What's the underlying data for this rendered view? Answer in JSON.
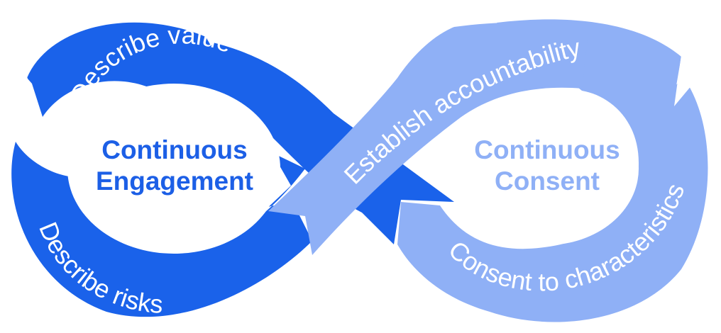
{
  "left_loop": {
    "center_line1": "Continuous",
    "center_line2": "Engagement",
    "top_label": "Describe value",
    "bottom_label": "Describe risks"
  },
  "right_loop": {
    "center_line1": "Continuous",
    "center_line2": "Consent",
    "top_label": "Establish accountability",
    "bottom_label": "Consent to characteristics"
  },
  "colors": {
    "left_band": "#1a62ea",
    "right_band": "#8fb0f6",
    "band_text": "#ffffff",
    "left_center_text": "#1c5fe6",
    "right_center_text": "#8fb0f6",
    "background": "#ffffff"
  }
}
